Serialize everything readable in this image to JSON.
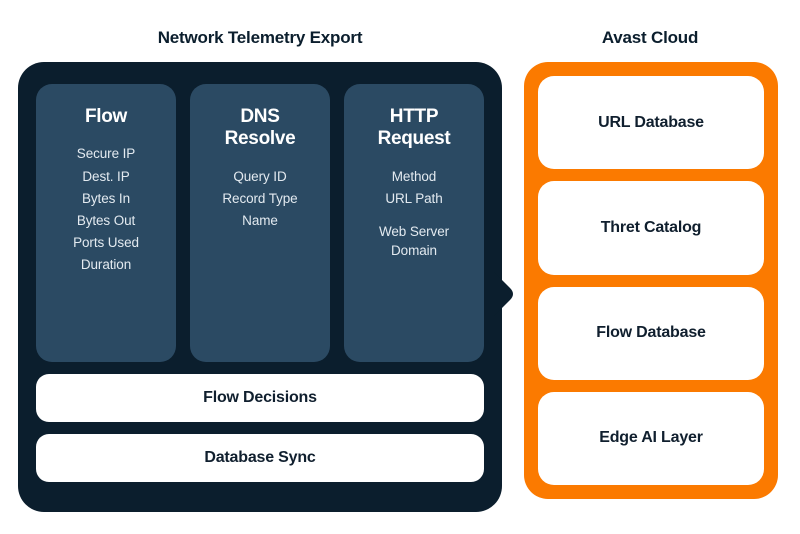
{
  "diagram": {
    "background_color": "#FFFFFF",
    "left_section": {
      "title": "Network Telemetry Export",
      "panel_color": "#0B1E2D",
      "card_color": "#2B4A63",
      "cards": [
        {
          "title": "Flow",
          "fields": [
            "Secure IP",
            "Dest. IP",
            "Bytes In",
            "Bytes Out",
            "Ports Used",
            "Duration"
          ]
        },
        {
          "title": "DNS\nResolve",
          "fields": [
            "Query ID",
            "Record Type",
            "Name"
          ]
        },
        {
          "title": "HTTP\nRequest",
          "fields": [
            "Method",
            "URL Path",
            "Web Server\nDomain"
          ]
        }
      ],
      "action_bars": [
        {
          "label": "Flow Decisions"
        },
        {
          "label": "Database Sync"
        }
      ]
    },
    "connector": {
      "icon": "arrow-right-icon",
      "color": "#0B1E2D",
      "direction": "right"
    },
    "right_section": {
      "title": "Avast Cloud",
      "panel_color": "#FB7A00",
      "cards": [
        {
          "label": "URL Database"
        },
        {
          "label": "Thret Catalog"
        },
        {
          "label": "Flow Database"
        },
        {
          "label": "Edge AI Layer"
        }
      ]
    }
  }
}
